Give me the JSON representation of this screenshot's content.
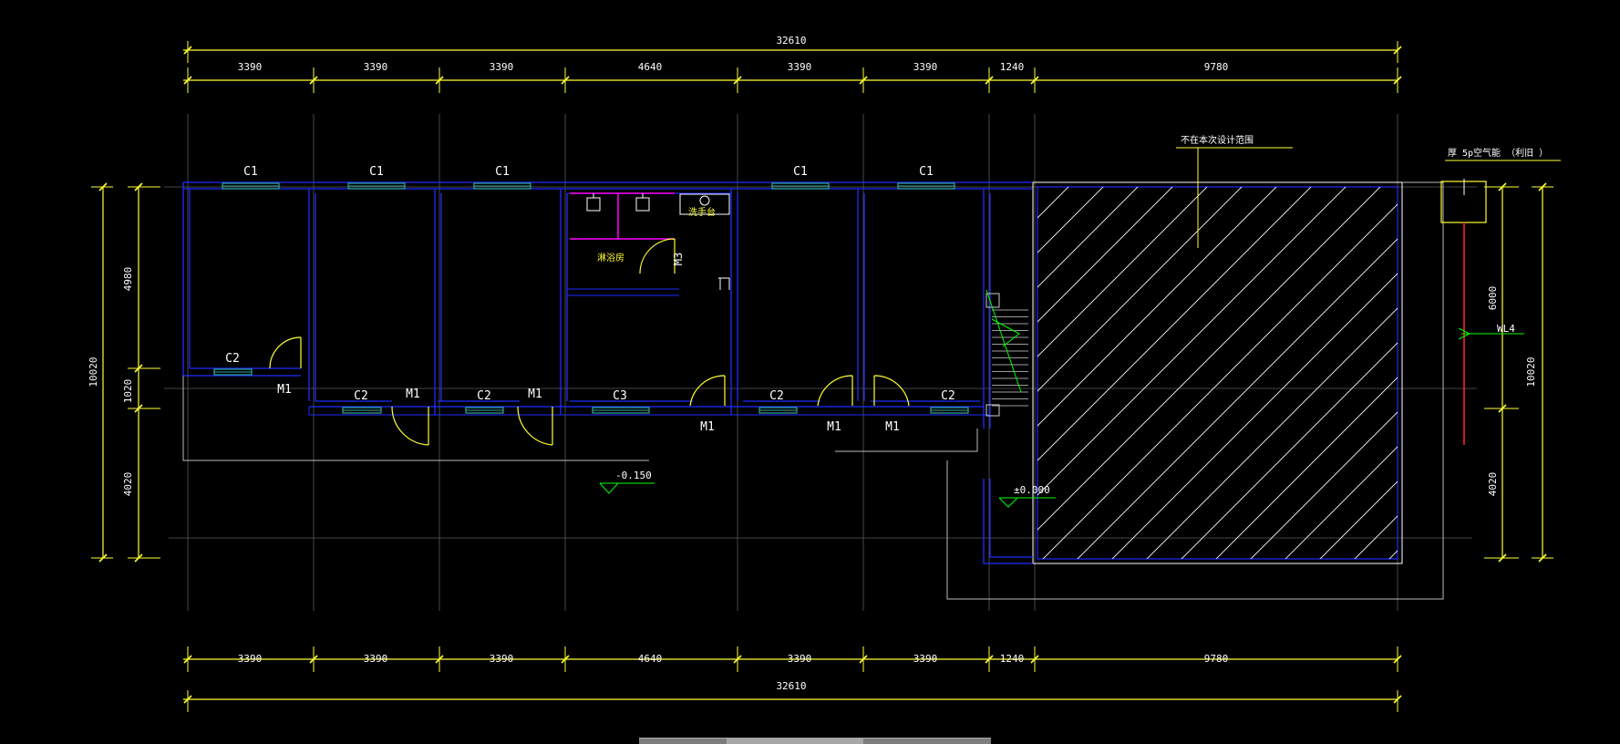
{
  "colors": {
    "background": "#000000",
    "wall": "#1e2cff",
    "dimension": "#ffff33",
    "text": "#ffffff",
    "grid": "#5a5a5a",
    "window": "#2fa89a",
    "door": "#ffff33",
    "partition": "#ff00ff",
    "hatch": "#ffffff",
    "axis_marker": "#ff2020",
    "green": "#00ff00"
  },
  "dimensions": {
    "total": "32610",
    "segments": [
      "3390",
      "3390",
      "3390",
      "4640",
      "3390",
      "3390",
      "1240",
      "9780"
    ],
    "left_segments": [
      "4980",
      "1020",
      "4020"
    ],
    "left_total": "10020",
    "right_segments": [
      "6000",
      "4020"
    ],
    "right_total": "10020"
  },
  "window_labels": {
    "top_c1": [
      "C1",
      "C1",
      "C1",
      "C1",
      "C1"
    ],
    "bottom_c2": [
      "C2",
      "C2",
      "C2",
      "C2",
      "C2"
    ],
    "c3": "C3"
  },
  "door_labels": {
    "m1": [
      "M1",
      "M1",
      "M1",
      "M1",
      "M1",
      "M1"
    ],
    "m3": "M3"
  },
  "room_labels": {
    "shower": "淋浴房",
    "washstand": "洗手台"
  },
  "annotations": {
    "not_in_scope": "不在本次设计范围",
    "ac_unit": "厚 5p空气能 （利旧 ）",
    "axis_tag": "WL4",
    "level_outdoor": "-0.150",
    "level_zero": "±0.000"
  }
}
